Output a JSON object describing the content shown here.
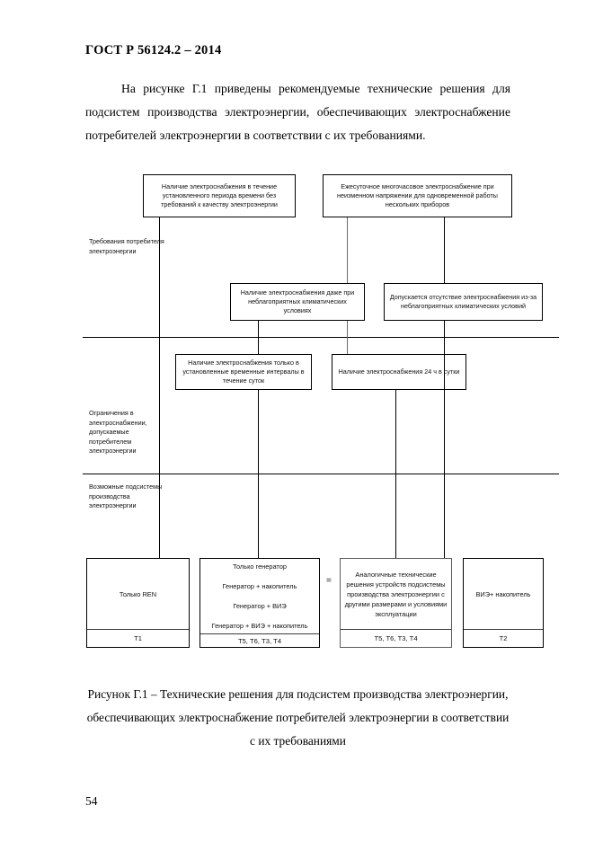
{
  "document": {
    "header": "ГОСТ Р 56124.2  – 2014",
    "paragraph": "На рисунке Г.1 приведены рекомендуемые технические решения для подсистем производства электроэнергии, обеспечивающих электроснабжение потребителей электроэнергии в соответствии с их требованиями.",
    "caption": "Рисунок Г.1 – Технические решения для подсистем производства электроэнергии, обеспечивающих электроснабжение потребителей электроэнергии в соответствии с их требованиями",
    "page_number": "54"
  },
  "figure": {
    "axis_labels": [
      {
        "id": "requirements",
        "text": "Требования потребителя электроэнергии"
      },
      {
        "id": "limitations",
        "text": "Ограничения в электроснабжении, допускаемые потребителем электроэнергии"
      },
      {
        "id": "subsystems",
        "text": "Возможные подсистемы производства электроэнергии"
      }
    ],
    "requirement_boxes": [
      {
        "id": "r1",
        "text": "Наличие электроснабжения в течение установленного периода времени без требований к качеству электроэнергии"
      },
      {
        "id": "r2",
        "text": "Ежесуточное многочасовое электроснабжение при неизменном напряжении для одновременной работы нескольких приборов"
      },
      {
        "id": "r3",
        "text": "Наличие электроснабжения даже при неблагоприятных климатических условиях"
      },
      {
        "id": "r4",
        "text": "Допускается отсутствие электроснабжения из-за неблагоприятных климатических условий"
      }
    ],
    "limitation_boxes": [
      {
        "id": "l1",
        "text": "Наличие электроснабжения только в установленные временные интервалы в течение суток"
      },
      {
        "id": "l2",
        "text": "Наличие электроснабжения 24 ч в сутки"
      }
    ],
    "solution_columns": [
      {
        "id": "s1",
        "lines": [
          "Только  REN"
        ],
        "footer": "Т1"
      },
      {
        "id": "s2",
        "lines": [
          "Только генератор",
          "Генератор + накопитель",
          "Генератор +  ВИЭ",
          "Генератор +  ВИЭ + накопитель"
        ],
        "footer": "Т5, Т6, Т3, Т4"
      },
      {
        "id": "s3",
        "lines": [
          "Аналогичные технические решения устройств подсистемы производства электроэнергии с другими размерами и условиями эксплуатации"
        ],
        "footer": "Т5, Т6, Т3, Т4"
      },
      {
        "id": "s4",
        "lines": [
          "ВИЭ+ накопитель"
        ],
        "footer": "Т2"
      }
    ],
    "equals_sign": "=",
    "colors": {
      "line": "#000000",
      "line_gray": "#5a5a5a",
      "background": "#ffffff",
      "text": "#111111"
    }
  }
}
